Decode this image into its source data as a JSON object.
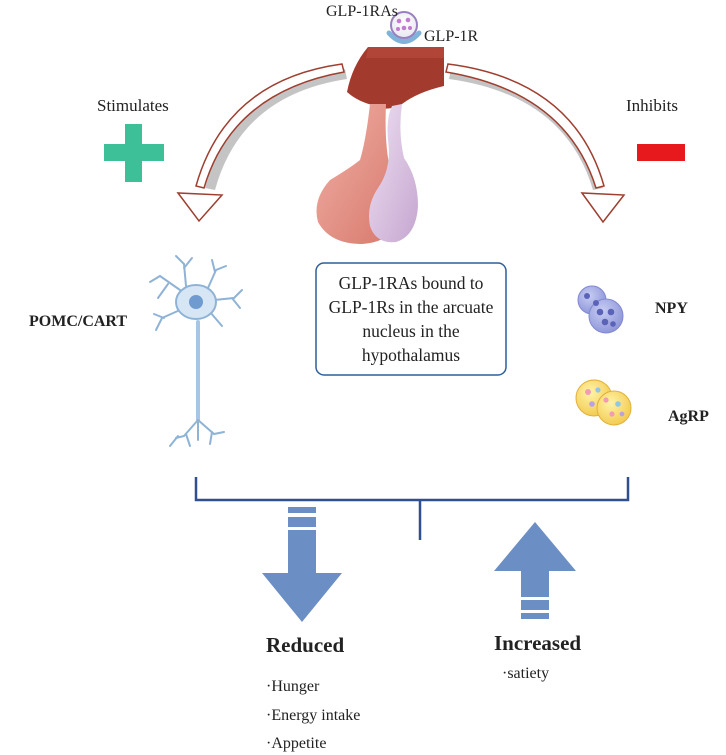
{
  "labels": {
    "ligand": "GLP-1RAs",
    "receptor": "GLP-1R",
    "stimulates": "Stimulates",
    "inhibits": "Inhibits",
    "pomc": "POMC/CART",
    "npy": "NPY",
    "agrp": "AgRP"
  },
  "center_box": {
    "lines": [
      "GLP-1RAs bound to",
      "GLP-1Rs in the arcuate",
      "nucleus in the",
      "hypothalamus"
    ]
  },
  "reduced": {
    "title": "Reduced",
    "items": [
      "·Hunger",
      "·Energy intake",
      "·Appetite"
    ]
  },
  "increased": {
    "title": "Increased",
    "items": [
      "·satiety"
    ]
  },
  "colors": {
    "plus": "#3dbf98",
    "minus": "#e8191c",
    "bracket": "#2f4f8f",
    "big_arrow": "#6b8fc4",
    "center_box_border": "#2f5f9a",
    "hypothalamus_top": "#a23b2e",
    "pituitary_left": "#e8958a",
    "pituitary_right": "#d9c3e0"
  }
}
